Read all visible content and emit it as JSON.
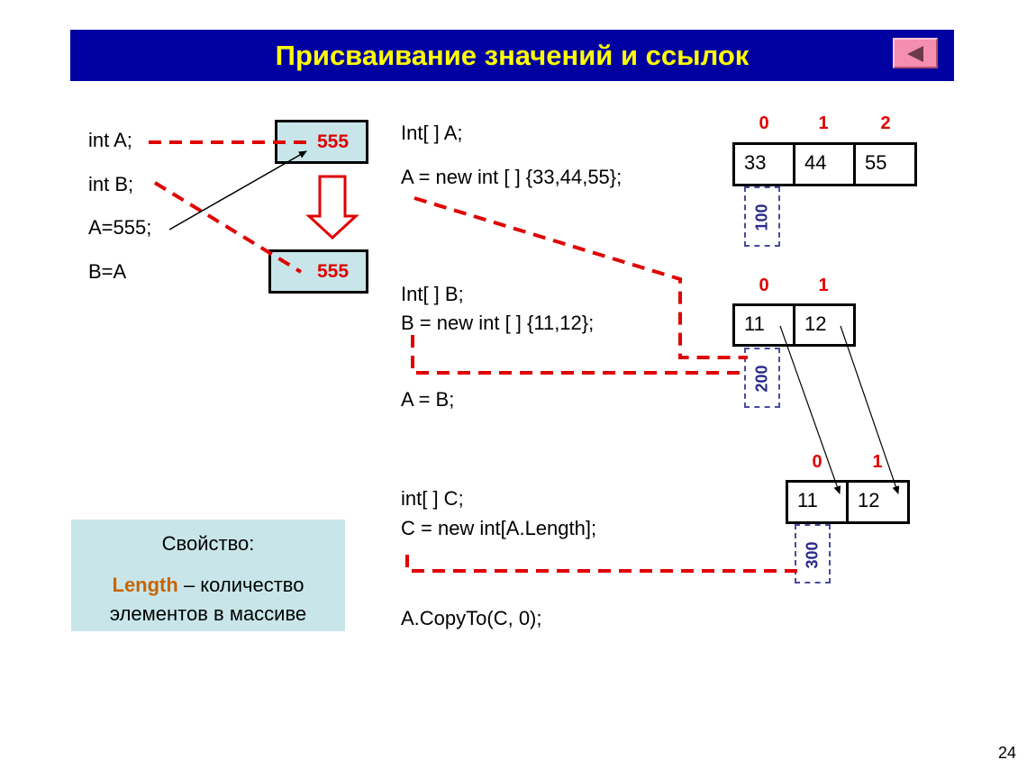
{
  "slide": {
    "title": "Присваивание значений и ссылок",
    "page_number": "24",
    "back_button_icon": "back-arrow-icon"
  },
  "value_types": {
    "lines": [
      "int A;",
      "int B;",
      "A=555;",
      "B=A"
    ],
    "box_a_value": "555",
    "box_b_value": "555"
  },
  "arrays": {
    "code_a": [
      "Int[ ] A;",
      "A = new int [ ] {33,44,55};"
    ],
    "code_b": [
      "Int[ ] B;",
      "B = new int [ ] {11,12};"
    ],
    "assign": "A =  B;",
    "code_c": [
      "int[ ] C;",
      "C = new int[A.Length];"
    ],
    "copy": "A.CopyTo(C, 0);",
    "array1": {
      "indices": [
        "0",
        "1",
        "2"
      ],
      "values": [
        "33",
        "44",
        "55"
      ],
      "address": "100"
    },
    "array2": {
      "indices": [
        "0",
        "1"
      ],
      "values": [
        "11",
        "12"
      ],
      "address": "200"
    },
    "array3": {
      "indices": [
        "0",
        "1"
      ],
      "values": [
        "11",
        "12"
      ],
      "address": "300"
    }
  },
  "info_box": {
    "heading": "Свойство:",
    "keyword": "Length",
    "description": " – количество",
    "description2": "элементов в массиве"
  },
  "colors": {
    "title_bg": "#0000a0",
    "title_text": "#ffff00",
    "accent_red": "#e00000",
    "box_fill": "#c8e6ea",
    "address_blue": "#2a2a8a"
  }
}
